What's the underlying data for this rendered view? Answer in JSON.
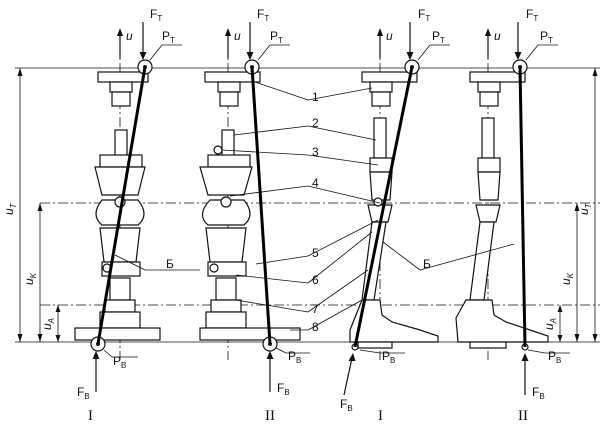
{
  "labels": {
    "force_top": "F",
    "force_top_sub": "T",
    "point_top": "P",
    "point_top_sub": "T",
    "force_bottom": "F",
    "force_bottom_sub": "B",
    "point_bottom": "P",
    "point_bottom_sub": "B",
    "axis_u": "u",
    "dim_total": "u",
    "dim_total_sub": "T",
    "dim_knee": "u",
    "dim_knee_sub": "K",
    "dim_ankle": "u",
    "dim_ankle_sub": "A",
    "line_b": "Б"
  },
  "callouts": [
    "1",
    "2",
    "3",
    "4",
    "5",
    "6",
    "7",
    "8"
  ],
  "views": [
    "I",
    "II",
    "I",
    "II"
  ]
}
